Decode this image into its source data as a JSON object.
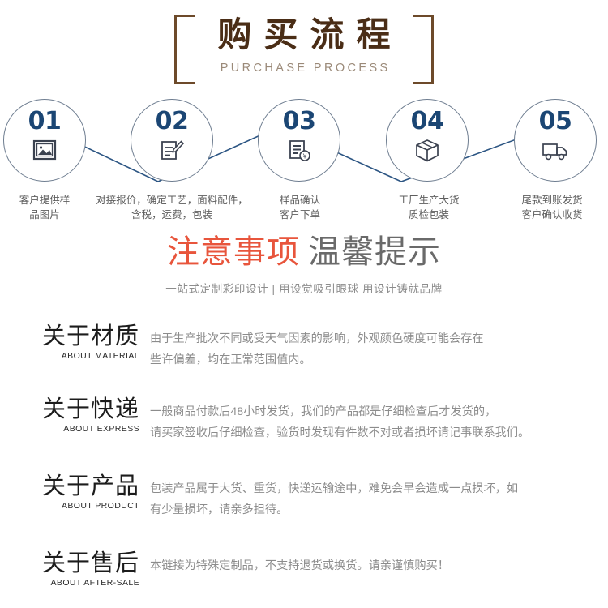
{
  "header": {
    "title": "购买流程",
    "subtitle": "PURCHASE PROCESS",
    "title_color": "#4a2d16",
    "bracket_color": "#6d4a2a"
  },
  "process": {
    "accent_color": "#1b4674",
    "steps": [
      {
        "number": "01",
        "icon": "image-icon",
        "caption_lines": [
          "客户提供样",
          "品图片"
        ]
      },
      {
        "number": "02",
        "icon": "document-edit-icon",
        "caption_lines": [
          "对接报价，确定工艺，面料配件，",
          "含税，运费，包装"
        ]
      },
      {
        "number": "03",
        "icon": "invoice-yen-icon",
        "caption_lines": [
          "样品确认",
          "客户下单"
        ]
      },
      {
        "number": "04",
        "icon": "box-icon",
        "caption_lines": [
          "工厂生产大货",
          "质检包装"
        ]
      },
      {
        "number": "05",
        "icon": "truck-icon",
        "caption_lines": [
          "尾款到账发货",
          "客户确认收货"
        ]
      }
    ]
  },
  "notice": {
    "title_red": "注意事项",
    "title_gray": "温馨提示",
    "red_color": "#e8553c",
    "gray_color": "#6a6a6a",
    "subtitle": "一站式定制彩印设计 | 用设觉吸引眼球 用设计铸就品牌"
  },
  "about_sections": [
    {
      "title_cn": "关于材质",
      "title_en": "ABOUT MATERIAL",
      "body_lines": [
        "由于生产批次不同或受天气因素的影响，外观颜色硬度可能会存在",
        "些许偏差，均在正常范围值内。"
      ]
    },
    {
      "title_cn": "关于快递",
      "title_en": "ABOUT EXPRESS",
      "body_lines": [
        "一般商品付款后48小时发货，我们的产品都是仔细检查后才发货的，",
        "请买家签收后仔细检查，验货时发现有件数不对或者损坏请记事联系我们。"
      ]
    },
    {
      "title_cn": "关于产品",
      "title_en": "ABOUT PRODUCT",
      "body_lines": [
        "包装产品属于大货、重货，快递运输途中，难免会早会造成一点损坏，如",
        "有少量损坏，请亲多担待。"
      ]
    },
    {
      "title_cn": "关于售后",
      "title_en": "ABOUT AFTER-SALE",
      "body_lines": [
        "本链接为特殊定制品，不支持退货或换货。请亲谨慎购买！"
      ]
    }
  ]
}
